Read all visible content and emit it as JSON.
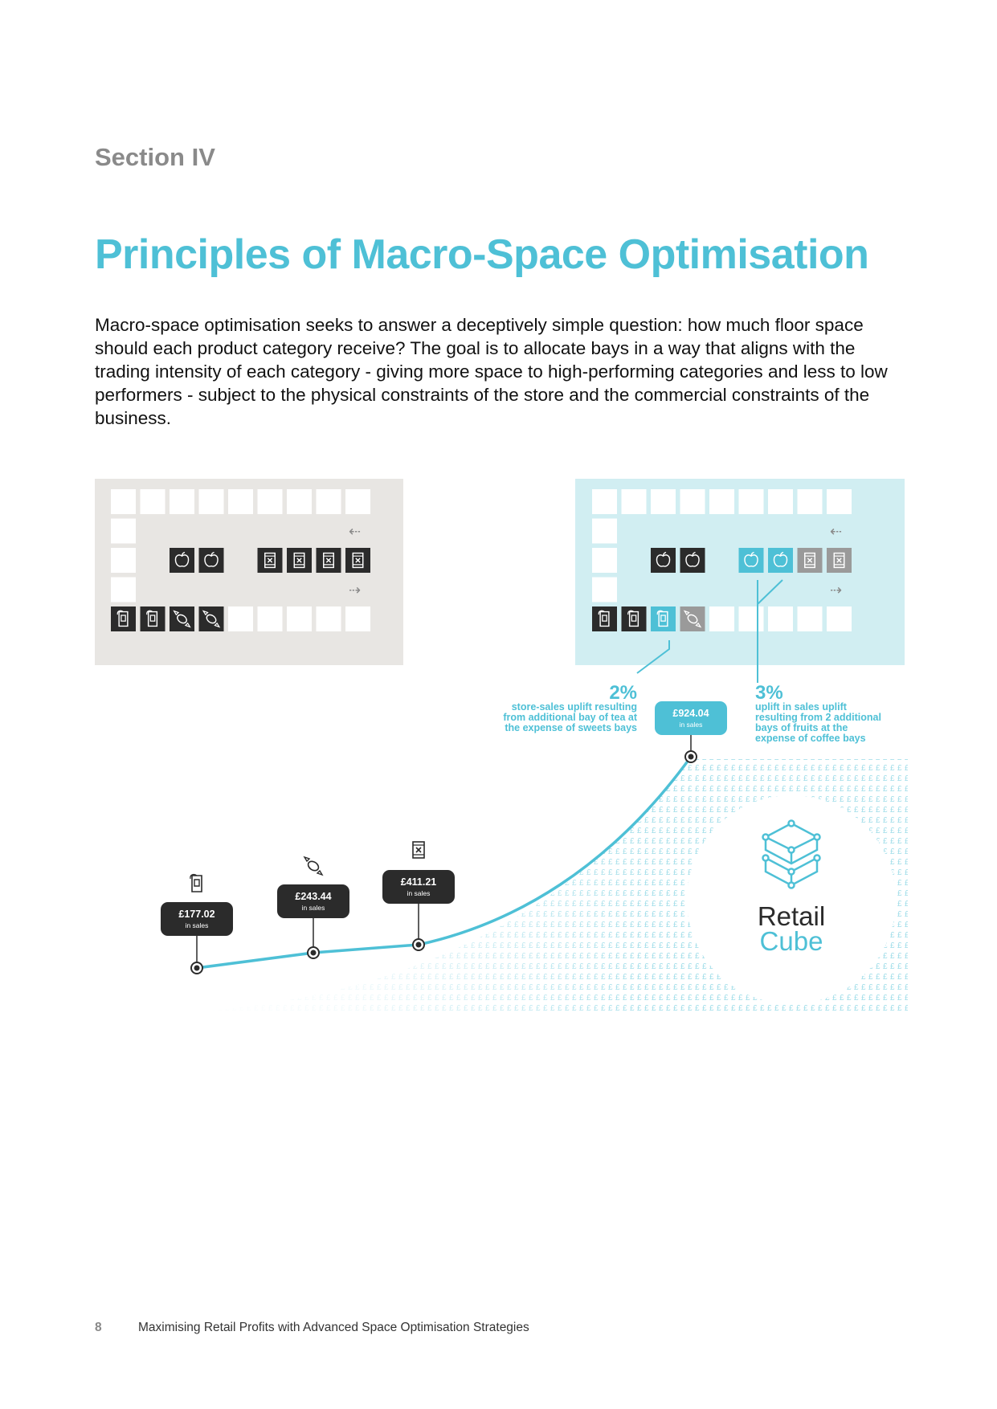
{
  "section": "Section IV",
  "title": "Principles of Macro-Space Optimisation",
  "intro": "Macro-space optimisation seeks to answer a deceptively simple question: how much floor space should each product category receive? The goal is to allocate bays in a way that aligns with the trading intensity of each category - giving more space to high-performing categories and less to low performers - subject to the physical constraints of the store and the commercial constraints of the business.",
  "infographic": {
    "callout_left": {
      "percent": "2%",
      "lines": [
        "store-sales uplift resulting",
        "from additional bay of tea at",
        "the expense of sweets bays"
      ]
    },
    "callout_right": {
      "percent": "3%",
      "lines": [
        "uplift in sales uplift",
        "resulting from 2 additional",
        "bays of fruits at the",
        "expense of coffee bays"
      ]
    },
    "sales_points": [
      {
        "value": "£177.02",
        "label": "in sales",
        "icon": "tea-bag-icon"
      },
      {
        "value": "£243.44",
        "label": "in sales",
        "icon": "sweet-icon"
      },
      {
        "value": "£411.21",
        "label": "in sales",
        "icon": "coffee-icon"
      },
      {
        "value": "£924.04",
        "label": "in sales",
        "icon": ""
      }
    ],
    "logo": {
      "line1": "Retail",
      "line2": "Cube"
    },
    "colors": {
      "accent": "#4ec0d6",
      "dark_tile": "#2b2b2b",
      "grey_panel": "#e8e6e3",
      "blue_panel": "#d1eef2",
      "grey_tile": "#9a9a9a"
    }
  },
  "footer": {
    "page_number": "8",
    "text": "Maximising Retail Profits with Advanced Space Optimisation Strategies"
  }
}
